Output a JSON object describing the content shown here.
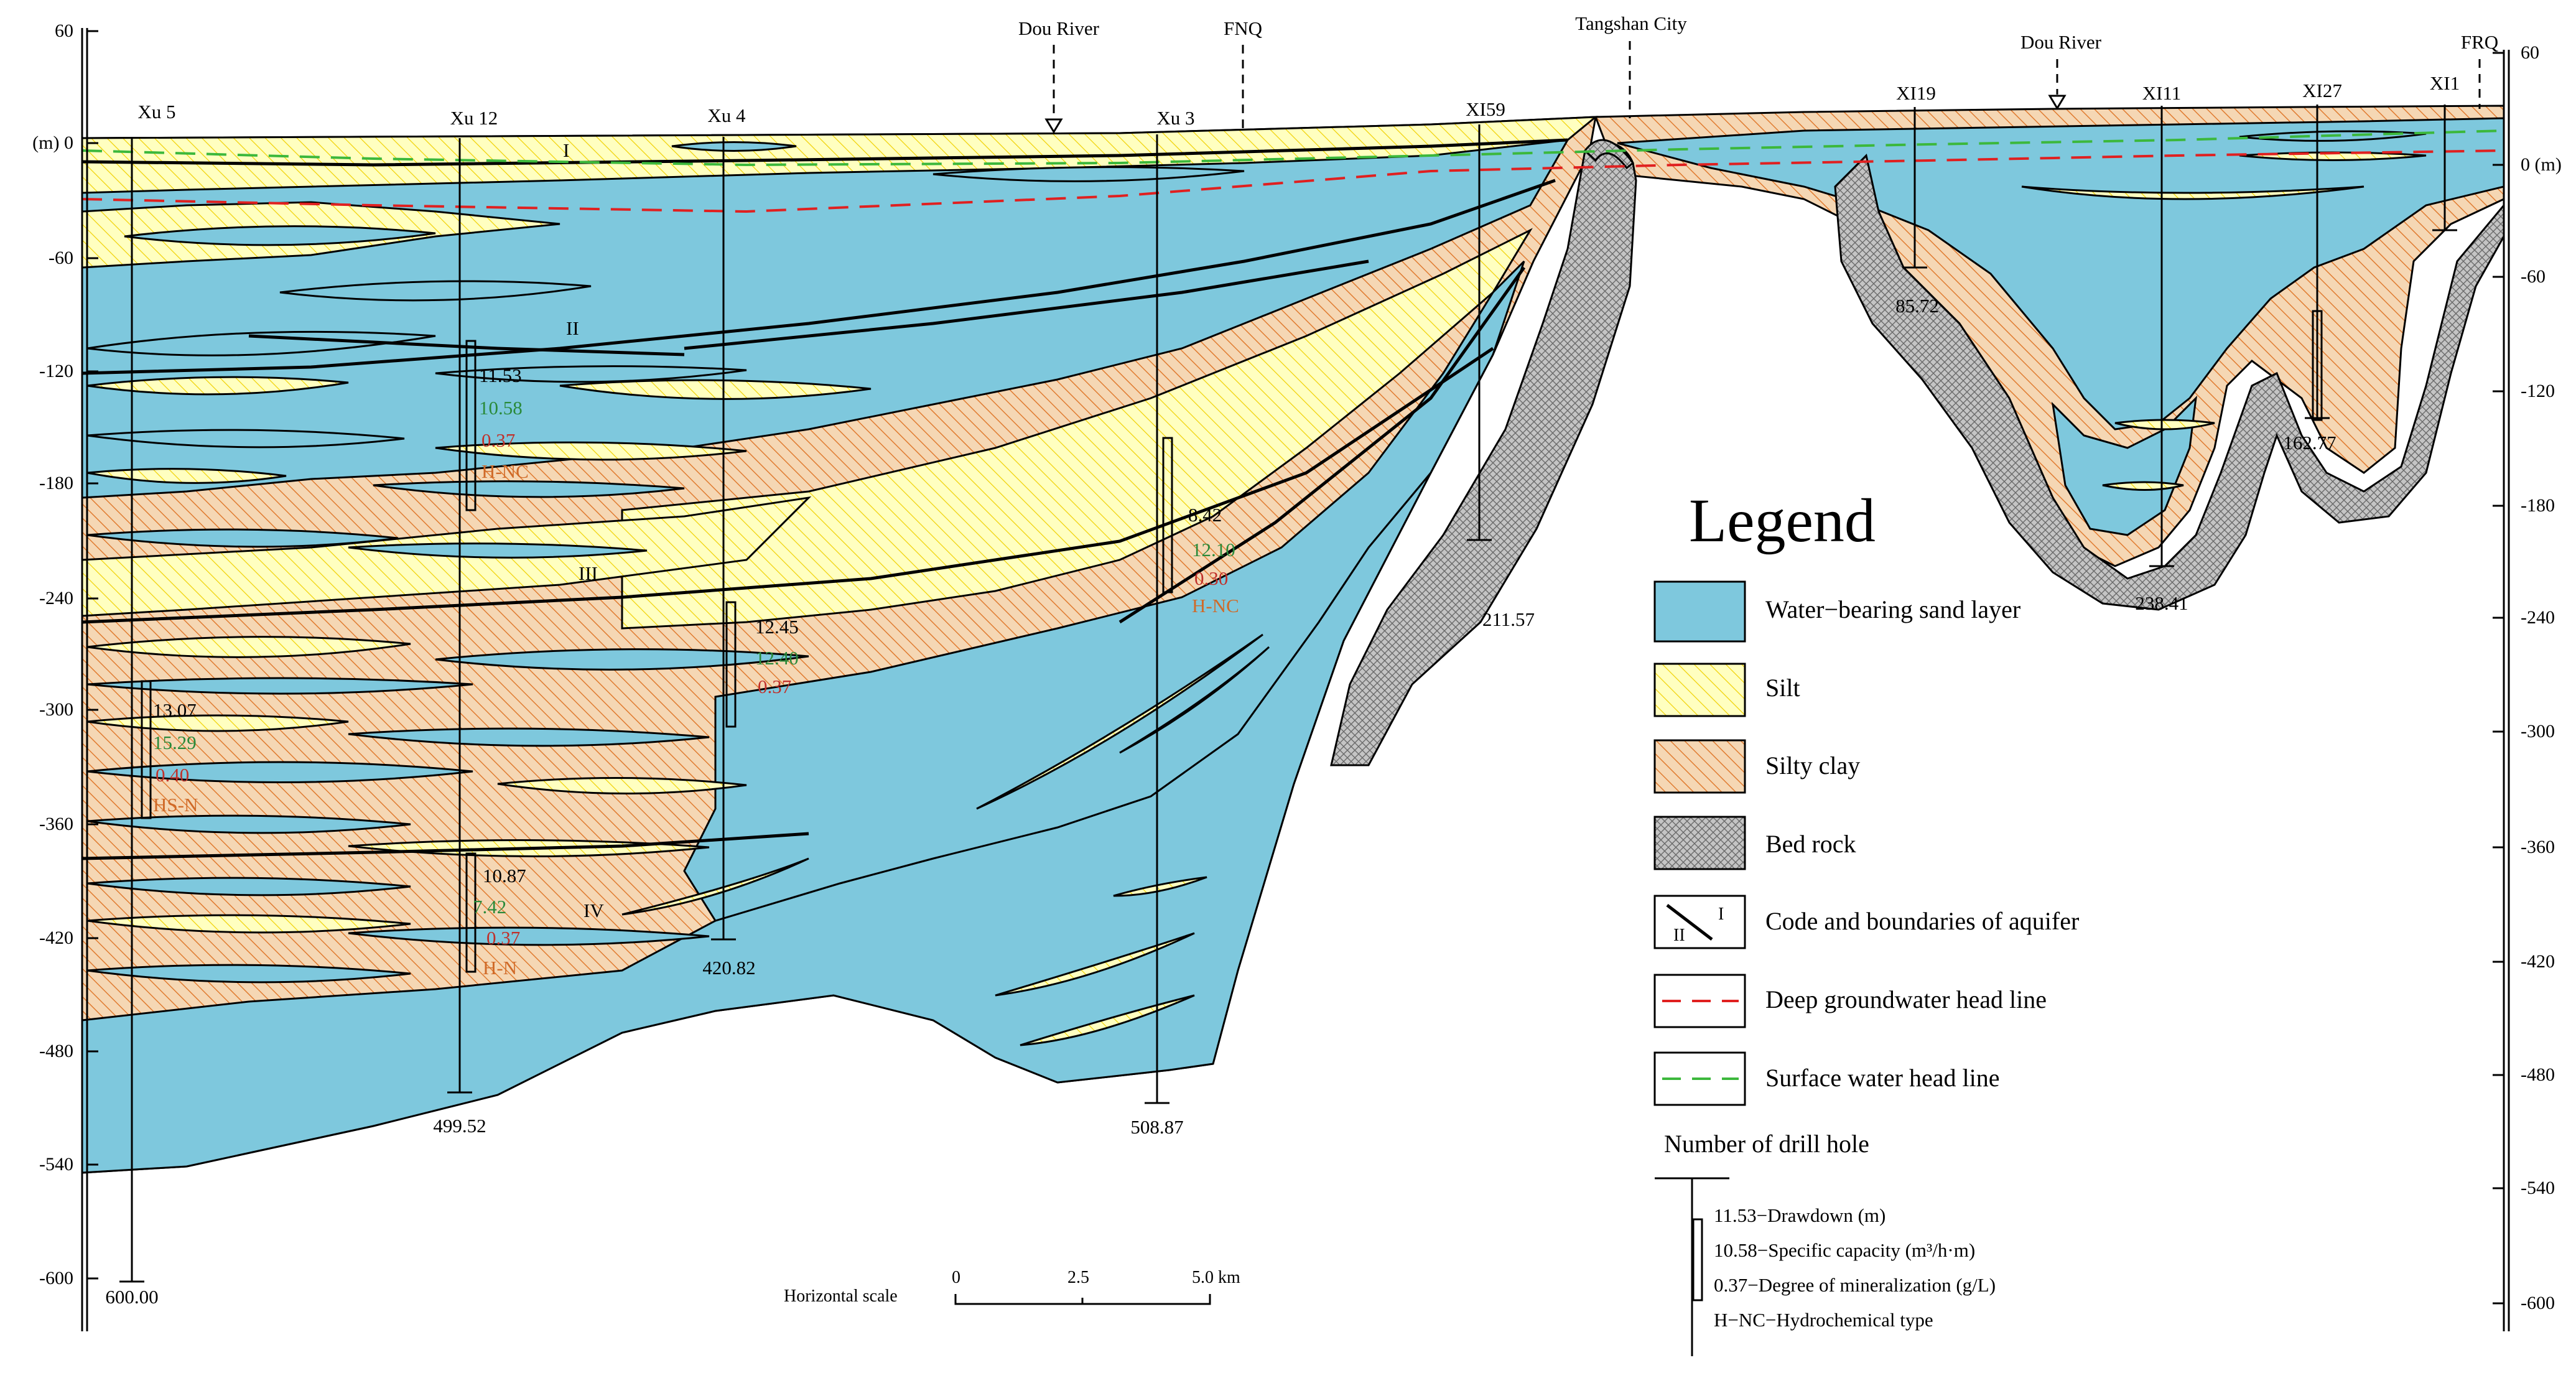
{
  "axis": {
    "left_unit": "(m) 0",
    "right_unit": "0 (m)",
    "left_ticks": [
      "60",
      "-60",
      "-120",
      "-180",
      "-240",
      "-300",
      "-360",
      "-420",
      "-480",
      "-540",
      "-600"
    ],
    "right_ticks": [
      "60",
      "-60",
      "-120",
      "-180",
      "-240",
      "-300",
      "-360",
      "-420",
      "-480",
      "-540",
      "-600"
    ]
  },
  "top_labels": {
    "dou_river_1": "Dou River",
    "fnq": "FNQ",
    "tangshan_city": "Tangshan City",
    "dou_river_2": "Dou River",
    "frq": "FRQ"
  },
  "wells": [
    {
      "name": "Xu 5",
      "depth": "600.00",
      "values": [
        "13.07",
        "15.29",
        "0.40",
        "HS-N"
      ]
    },
    {
      "name": "Xu 12",
      "depth": "499.52",
      "upper_values": [
        "11.53",
        "10.58",
        "0.37",
        "H-NC"
      ],
      "lower_values": [
        "10.87",
        "7.42",
        "0.37",
        "H-N"
      ]
    },
    {
      "name": "Xu 4",
      "depth": "420.82",
      "values": [
        "12.45",
        "12.40",
        "0.37"
      ]
    },
    {
      "name": "Xu 3",
      "depth": "508.87",
      "values": [
        "8.42",
        "12.10",
        "0.30",
        "H-NC"
      ]
    },
    {
      "name": "XI59",
      "depth": "211.57"
    },
    {
      "name": "XI19",
      "depth": "85.72"
    },
    {
      "name": "XI11",
      "depth": "238.41"
    },
    {
      "name": "XI27",
      "depth": "162.77"
    },
    {
      "name": "XI1",
      "depth": ""
    }
  ],
  "aquifer_codes": [
    "I",
    "II",
    "III",
    "IV"
  ],
  "scale": {
    "label": "Horizontal scale",
    "ticks": [
      "0",
      "2.5",
      "5.0 km"
    ]
  },
  "legend": {
    "title": "Legend",
    "items": [
      {
        "label": "Water−bearing sand layer",
        "swatch": "sand"
      },
      {
        "label": "Silt",
        "swatch": "silt"
      },
      {
        "label": "Silty clay",
        "swatch": "clay"
      },
      {
        "label": "Bed rock",
        "swatch": "rock"
      },
      {
        "label": "Code and boundaries of aquifer",
        "swatch": "code",
        "codes": [
          "I",
          "II"
        ]
      },
      {
        "label": "Deep groundwater head line",
        "swatch": "deep"
      },
      {
        "label": "Surface water head line",
        "swatch": "surface"
      }
    ],
    "drill_title": "Number of drill hole",
    "drill_lines": [
      "11.53−Drawdown (m)",
      "10.58−Specific capacity (m³/h·m)",
      "0.37−Degree of mineralization (g/L)",
      "H−NC−Hydrochemical type"
    ]
  },
  "colors": {
    "sand": "#7ec8dd",
    "silt": "#ffffc0",
    "clay": "#f5d7b4",
    "clay_hatch": "#e07b30",
    "deep_head": "#e02020",
    "surface_head": "#3cb83c",
    "green_value": "#2a8a3a",
    "red_value": "#c0302a",
    "orange_value": "#d06a28"
  }
}
